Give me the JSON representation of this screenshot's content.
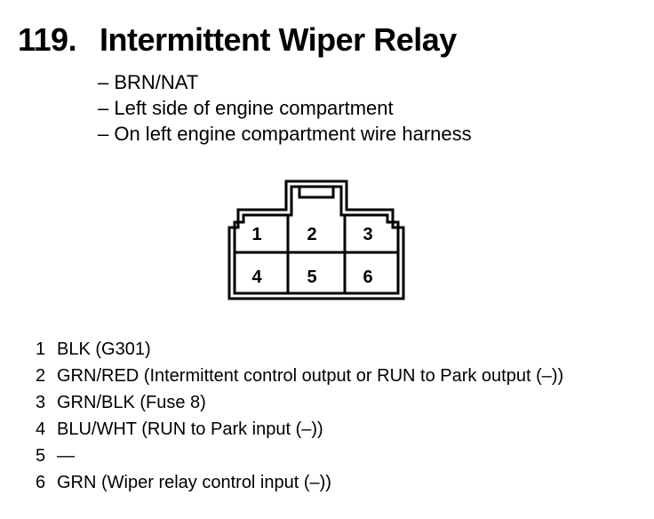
{
  "header": {
    "number": "119.",
    "title": "Intermittent Wiper Relay"
  },
  "info_lines": [
    "– BRN/NAT",
    "– Left side of engine compartment",
    "– On left engine compartment wire harness"
  ],
  "connector": {
    "pin_labels": [
      "1",
      "2",
      "3",
      "4",
      "5",
      "6"
    ]
  },
  "pins": [
    {
      "num": "1",
      "desc": "BLK (G301)"
    },
    {
      "num": "2",
      "desc": "GRN/RED (Intermittent control output or RUN to Park output (–))"
    },
    {
      "num": "3",
      "desc": "GRN/BLK (Fuse 8)"
    },
    {
      "num": "4",
      "desc": "BLU/WHT (RUN to Park input (–))"
    },
    {
      "num": "5",
      "desc": "—"
    },
    {
      "num": "6",
      "desc": "GRN (Wiper relay control input (–))"
    }
  ]
}
